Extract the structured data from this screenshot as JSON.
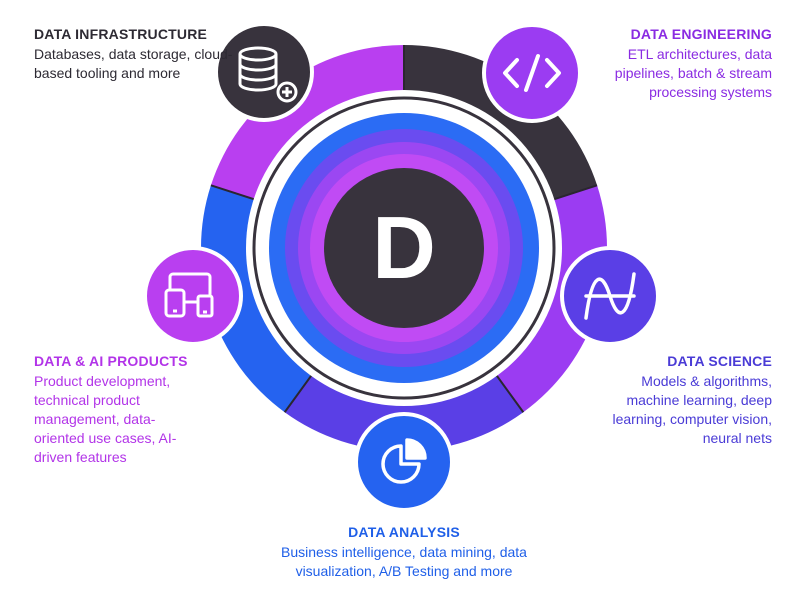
{
  "center_letter": "D",
  "colors": {
    "infrastructure": "#38333d",
    "engineering": "#9b3cf2",
    "science": "#5a3fe6",
    "analysis": "#2563f0",
    "products": "#b93ff0",
    "core": "#38333d"
  },
  "segments": [
    {
      "key": "infrastructure",
      "title": "DATA INFRASTRUCTURE",
      "description": "Databases, data storage, cloud-based tooling and more",
      "icon": "database-plus-icon"
    },
    {
      "key": "engineering",
      "title": "DATA ENGINEERING",
      "description": "ETL architectures, data pipelines, batch & stream processing systems",
      "icon": "code-brackets-icon"
    },
    {
      "key": "science",
      "title": "DATA SCIENCE",
      "description": "Models & algorithms, machine learning, deep learning, computer vision, neural nets",
      "icon": "waveform-icon"
    },
    {
      "key": "analysis",
      "title": "DATA ANALYSIS",
      "description": "Business intelligence, data mining, data visualization, A/B Testing and more",
      "icon": "pie-chart-icon"
    },
    {
      "key": "products",
      "title": "DATA & AI PRODUCTS",
      "description": "Product development, technical product management, data-oriented use cases, AI-driven features",
      "icon": "devices-icon"
    }
  ]
}
